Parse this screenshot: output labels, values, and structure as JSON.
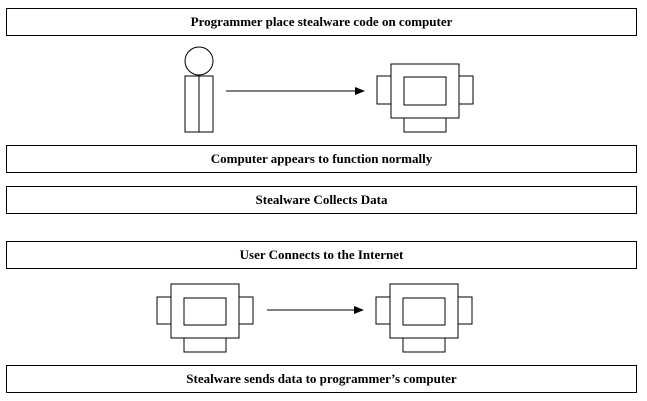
{
  "diagram": {
    "steps": [
      {
        "label": "Programmer place stealware code on computer"
      },
      {
        "label": "Computer appears to function normally"
      },
      {
        "label": "Stealware Collects Data"
      },
      {
        "label": "User Connects to the Internet"
      },
      {
        "label": "Stealware sends data to programmer’s computer"
      }
    ],
    "icons": [
      "person-icon",
      "computer-icon",
      "arrow-icon"
    ],
    "colors": {
      "stroke": "#000000",
      "fill": "#ffffff"
    }
  }
}
